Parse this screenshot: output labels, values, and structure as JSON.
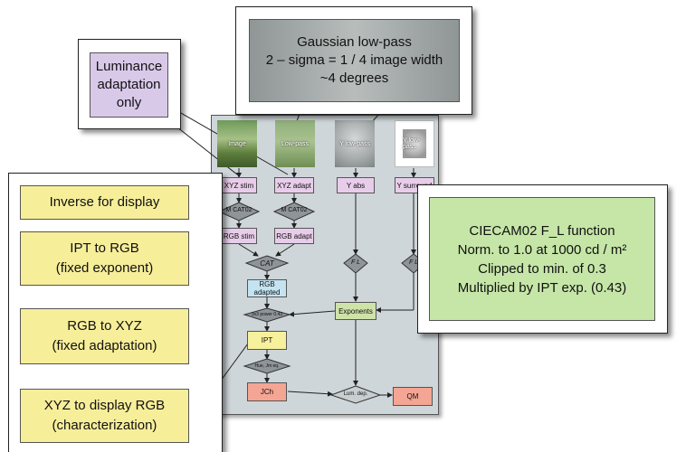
{
  "gaussian": {
    "line1": "Gaussian low-pass",
    "line2": "2 – sigma = 1 / 4 image width",
    "line3": "~4 degrees"
  },
  "luminance": {
    "line1": "Luminance",
    "line2": "adaptation",
    "line3": "only"
  },
  "left_steps": [
    {
      "line1": "Inverse for display",
      "line2": ""
    },
    {
      "line1": "IPT to RGB",
      "line2": "(fixed exponent)"
    },
    {
      "line1": "RGB to XYZ",
      "line2": "(fixed adaptation)"
    },
    {
      "line1": "XYZ to display RGB",
      "line2": "(characterization)"
    }
  ],
  "ciecam": {
    "line1": "CIECAM02 F_L function",
    "line2": "Norm. to 1.0 at 1000 cd / m²",
    "line3": "Clipped to min. of 0.3",
    "line4": "Multiplied by IPT exp. (0.43)"
  },
  "thumbs": [
    "Image",
    "Low-pass",
    "Y low-pass",
    "Y low-pass"
  ],
  "nodes": {
    "xyz_stim": "XYZ stim",
    "xyz_adapt": "XYZ adapt",
    "y_abs": "Y abs",
    "y_surround": "Y surround",
    "mcat1": "M CAT02",
    "mcat2": "M CAT02",
    "rgb_stim": "RGB stim",
    "rgb_adapt": "RGB adapt",
    "cat": "CAT",
    "fl1": "F L",
    "fl2": "F L",
    "rgb_adapted": "RGB adapted",
    "to_power": "3x3 power 0.43",
    "exponents": "Exponents",
    "ipt": "IPT",
    "hue_eq": "Hue, Jm eq.",
    "jch": "JCh",
    "lum_dep": "Lum. dep.",
    "qm": "QM"
  },
  "colors": {
    "yellow": "#f7ee9a",
    "lilac": "#d9c9e9",
    "ciecam_green": "#c6e6a8",
    "panel": "#cfd6d9",
    "gaussian_gray": "#a4aaa8"
  }
}
